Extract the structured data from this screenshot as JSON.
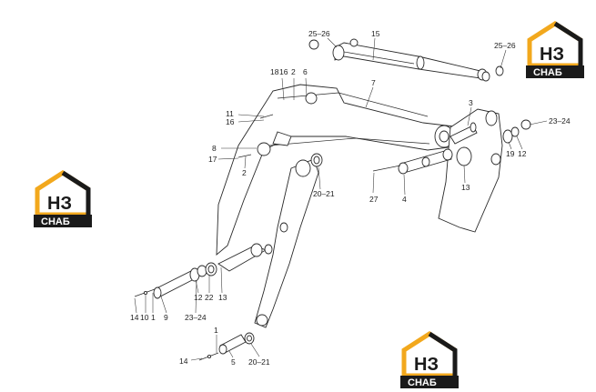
{
  "labels": {
    "l_25_26_top": "25–26",
    "l_15": "15",
    "l_25_26_right": "25–26",
    "l_18": "18",
    "l_16a": "16",
    "l_2a": "2",
    "l_6": "6",
    "l_7": "7",
    "l_3": "3",
    "l_11": "11",
    "l_16b": "16",
    "l_23_24_right": "23–24",
    "l_8": "8",
    "l_17": "17",
    "l_2b": "2",
    "l_19": "19",
    "l_12a": "12",
    "l_20_21_mid": "20–21",
    "l_13a": "13",
    "l_27": "27",
    "l_4": "4",
    "l_12b": "12",
    "l_22": "22",
    "l_13b": "13",
    "l_14a": "14",
    "l_10": "10",
    "l_1a": "1",
    "l_9": "9",
    "l_23_24_left": "23–24",
    "l_1b": "1",
    "l_14b": "14",
    "l_5": "5",
    "l_20_21_bottom": "20–21"
  },
  "logo": {
    "letters": "НЗ",
    "word": "СНАБ",
    "color_orange": "#f2a81d",
    "color_dark": "#1a1a1a"
  }
}
